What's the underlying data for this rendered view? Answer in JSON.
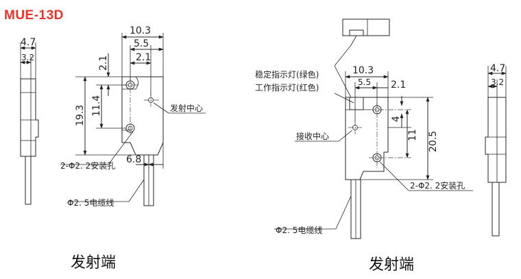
{
  "model": "MUE-13D",
  "emitter": {
    "caption": "发射端",
    "dims": {
      "side_width": "4.7",
      "side_inner": "3.2",
      "total_width": "10.3",
      "hole_offset": "5.5",
      "hole_to_edge": "2.1",
      "top_to_hole": "2.1",
      "height": "19.3",
      "hole_pitch": "11.4",
      "cable_offset": "6.8"
    },
    "labels": {
      "emit_center": "发射中心",
      "holes": "2-Φ2. 2安装孔",
      "cable": "Φ2. 5电缆线"
    }
  },
  "receiver": {
    "caption": "发射端",
    "dims": {
      "total_width": "10.3",
      "hole_offset": "5.5",
      "hole_to_edge": "2.1",
      "top_to_hole": "4",
      "hole_pitch": "11",
      "height": "20.5",
      "side_width": "4.7",
      "side_inner": "3.2"
    },
    "labels": {
      "stable_led": "稳定指示灯(绿色)",
      "work_led": "工作指示灯(红色)",
      "recv_center": "接收中心",
      "holes": "2-Φ2. 2安装孔",
      "cable": "Φ2. 5电缆线"
    }
  }
}
